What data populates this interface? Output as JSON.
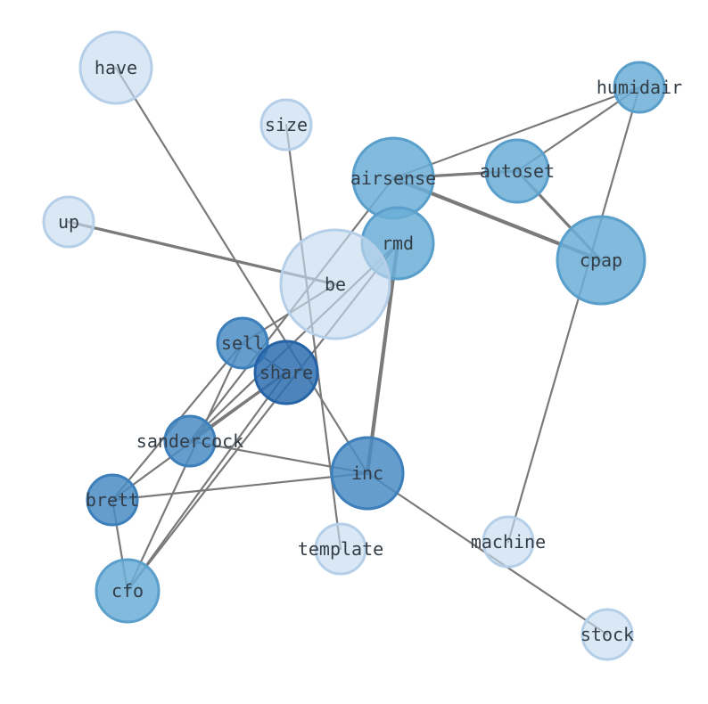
{
  "nodes": [
    {
      "id": "have",
      "label": "have",
      "size": 40,
      "level": 0
    },
    {
      "id": "size",
      "label": "size",
      "size": 28,
      "level": 0
    },
    {
      "id": "up",
      "label": "up",
      "size": 28,
      "level": 0
    },
    {
      "id": "humidair",
      "label": "humidair",
      "size": 28,
      "level": 2
    },
    {
      "id": "airsense",
      "label": "airsense",
      "size": 45,
      "level": 2
    },
    {
      "id": "autoset",
      "label": "autoset",
      "size": 35,
      "level": 2
    },
    {
      "id": "rmd",
      "label": "rmd",
      "size": 40,
      "level": 2
    },
    {
      "id": "cpap",
      "label": "cpap",
      "size": 49,
      "level": 2
    },
    {
      "id": "be",
      "label": "be",
      "size": 61,
      "level": 0
    },
    {
      "id": "sell",
      "label": "sell",
      "size": 28,
      "level": 3
    },
    {
      "id": "share",
      "label": "share",
      "size": 35,
      "level": 4
    },
    {
      "id": "sandercock",
      "label": "sandercock",
      "size": 28,
      "level": 3
    },
    {
      "id": "inc",
      "label": "inc",
      "size": 40,
      "level": 3
    },
    {
      "id": "brett",
      "label": "brett",
      "size": 28,
      "level": 3
    },
    {
      "id": "template",
      "label": "template",
      "size": 28,
      "level": 0
    },
    {
      "id": "machine",
      "label": "machine",
      "size": 28,
      "level": 0
    },
    {
      "id": "cfo",
      "label": "cfo",
      "size": 35,
      "level": 2
    },
    {
      "id": "stock",
      "label": "stock",
      "size": 28,
      "level": 0
    }
  ],
  "edges": [
    {
      "source": "have",
      "target": "inc",
      "weight": 1
    },
    {
      "source": "size",
      "target": "template",
      "weight": 1
    },
    {
      "source": "up",
      "target": "be",
      "weight": 2
    },
    {
      "source": "humidair",
      "target": "airsense",
      "weight": 1
    },
    {
      "source": "humidair",
      "target": "autoset",
      "weight": 1
    },
    {
      "source": "humidair",
      "target": "machine",
      "weight": 1
    },
    {
      "source": "airsense",
      "target": "autoset",
      "weight": 2
    },
    {
      "source": "airsense",
      "target": "cpap",
      "weight": 3
    },
    {
      "source": "airsense",
      "target": "sandercock",
      "weight": 1
    },
    {
      "source": "autoset",
      "target": "cpap",
      "weight": 2
    },
    {
      "source": "rmd",
      "target": "inc",
      "weight": 3
    },
    {
      "source": "rmd",
      "target": "sandercock",
      "weight": 1
    },
    {
      "source": "rmd",
      "target": "cfo",
      "weight": 1
    },
    {
      "source": "be",
      "target": "sell",
      "weight": 1
    },
    {
      "source": "sell",
      "target": "share",
      "weight": 1
    },
    {
      "source": "sell",
      "target": "brett",
      "weight": 1
    },
    {
      "source": "sell",
      "target": "cfo",
      "weight": 1
    },
    {
      "source": "share",
      "target": "sandercock",
      "weight": 2
    },
    {
      "source": "share",
      "target": "brett",
      "weight": 1
    },
    {
      "source": "share",
      "target": "cfo",
      "weight": 1
    },
    {
      "source": "sandercock",
      "target": "inc",
      "weight": 1
    },
    {
      "source": "brett",
      "target": "inc",
      "weight": 1
    },
    {
      "source": "brett",
      "target": "cfo",
      "weight": 1
    },
    {
      "source": "inc",
      "target": "stock",
      "weight": 1
    }
  ],
  "colors": {
    "edge": "#7a7a7a",
    "label": "#333d47",
    "levels": [
      {
        "fill": "#c6dbef",
        "stroke": "#b5cfe8"
      },
      {
        "fill": "#9ecae1",
        "stroke": "#8bbfdb"
      },
      {
        "fill": "#6baed6",
        "stroke": "#5a9fcb"
      },
      {
        "fill": "#4a8cc4",
        "stroke": "#3c7fbb"
      },
      {
        "fill": "#2f6fb0",
        "stroke": "#2563a6"
      }
    ]
  }
}
